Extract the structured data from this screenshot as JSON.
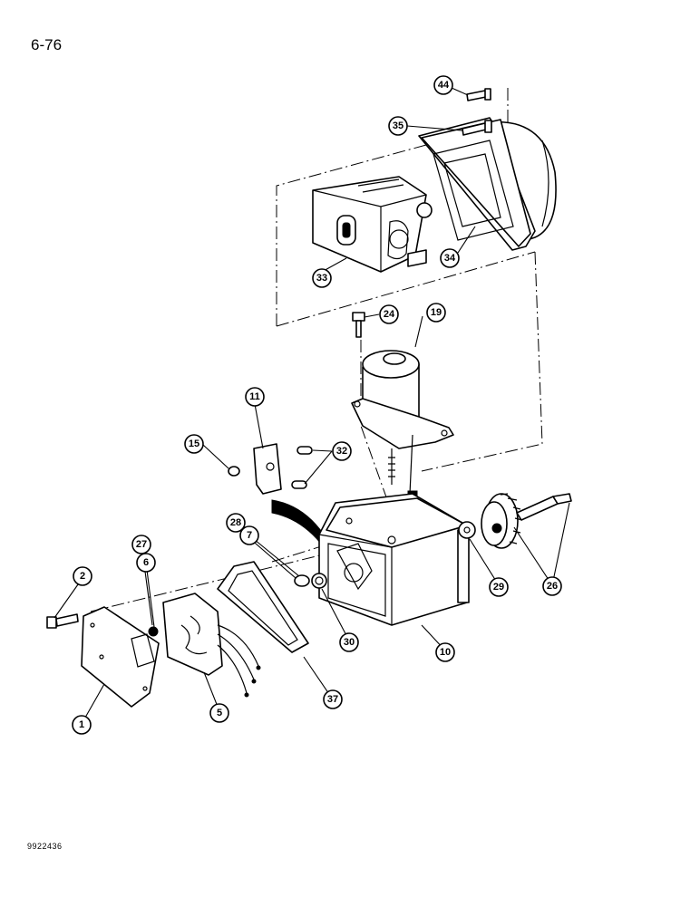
{
  "page": {
    "number": "6-76",
    "figure_code": "9922436"
  },
  "callouts": [
    "44",
    "35",
    "34",
    "33",
    "24",
    "19",
    "11",
    "15",
    "32",
    "28",
    "7",
    "27",
    "6",
    "2",
    "1",
    "5",
    "37",
    "30",
    "10",
    "29",
    "26"
  ]
}
